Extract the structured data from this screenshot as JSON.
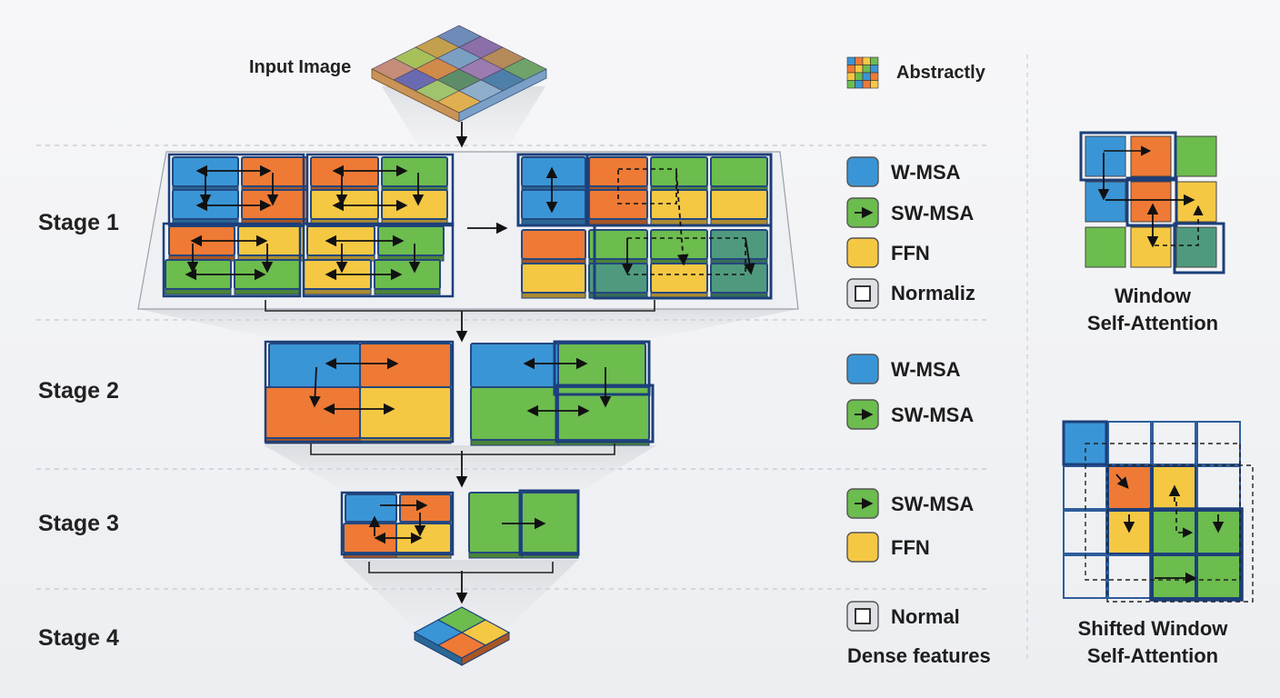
{
  "header": {
    "input_label": "Input Image",
    "abstract_label": "Abstractly"
  },
  "stages": [
    {
      "label": "Stage 1"
    },
    {
      "label": "Stage 2"
    },
    {
      "label": "Stage 3"
    },
    {
      "label": "Stage 4"
    }
  ],
  "legend": {
    "stage1": [
      "W-MSA",
      "SW-MSA",
      "FFN",
      "Normaliz"
    ],
    "stage2": [
      "W-MSA",
      "SW-MSA"
    ],
    "stage3": [
      "SW-MSA",
      "FFN"
    ],
    "stage4": [
      "Normal"
    ],
    "dense_label": "Dense features"
  },
  "side_panels": {
    "window": [
      "Window",
      "Self-Attention"
    ],
    "shifted": [
      "Shifted Window",
      "Self-Attention"
    ]
  },
  "colors": {
    "blue": "#3a95d6",
    "orange": "#ee7a35",
    "yellow": "#f5c844",
    "green": "#6cbc4e",
    "teal": "#4f9a7e",
    "outline": "#1c3f7a",
    "normal_fill": "#ffffff"
  }
}
